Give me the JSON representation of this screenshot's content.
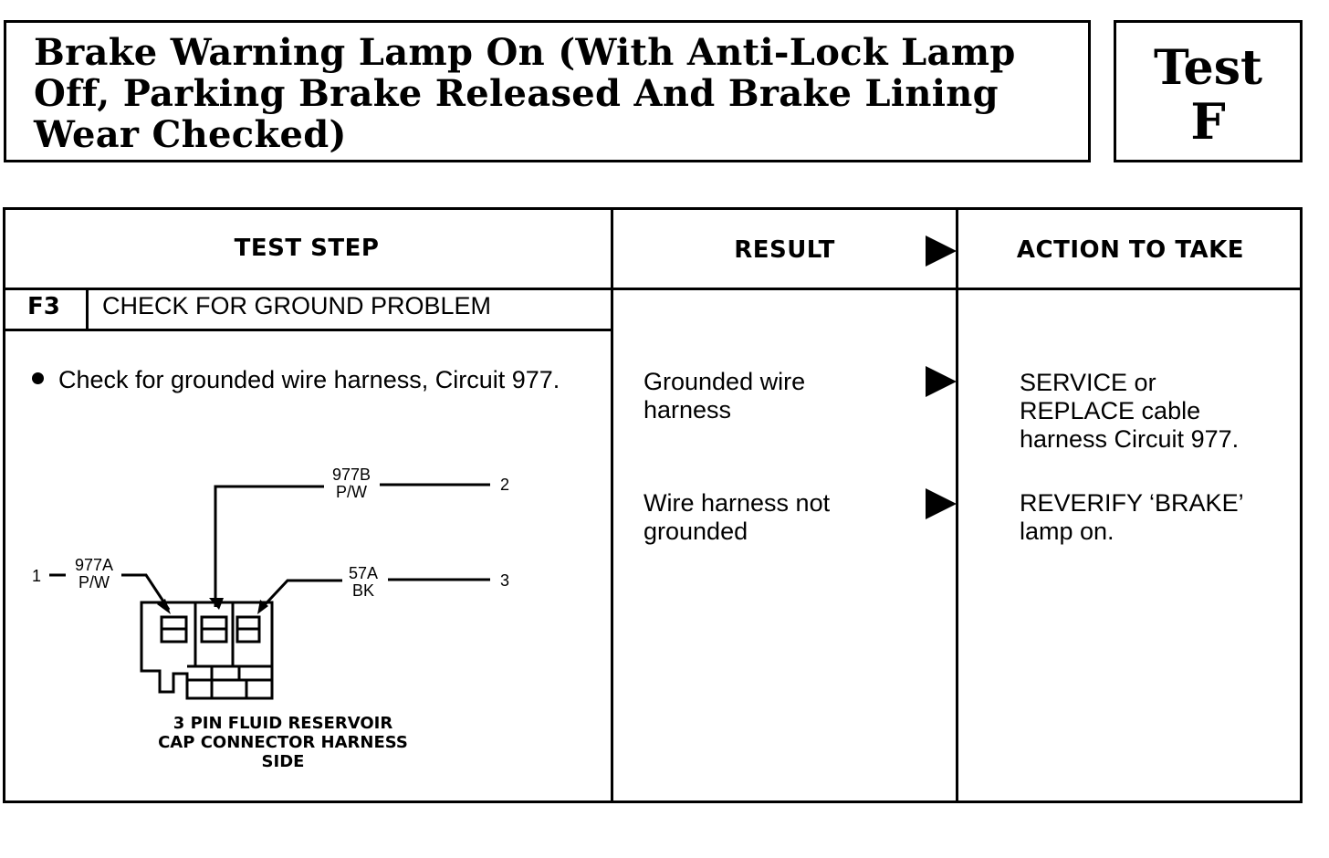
{
  "title": "Brake Warning Lamp On (With Anti-Lock Lamp Off, Parking Brake Released And Brake Lining Wear Checked)",
  "test": {
    "label": "Test",
    "id": "F"
  },
  "columns": {
    "test_step": "TEST STEP",
    "result": "RESULT",
    "action": "ACTION TO TAKE"
  },
  "step": {
    "id": "F3",
    "title": "CHECK FOR GROUND PROBLEM",
    "instruction": "Check for grounded wire harness, Circuit 977."
  },
  "diagram": {
    "wires": [
      {
        "pin": "1",
        "circuit": "977A",
        "color": "P/W"
      },
      {
        "pin": "2",
        "circuit": "977B",
        "color": "P/W"
      },
      {
        "pin": "3",
        "circuit": "57A",
        "color": "BK"
      }
    ],
    "caption": [
      "3 PIN FLUID RESERVOIR",
      "CAP CONNECTOR HARNESS",
      "SIDE"
    ]
  },
  "results": [
    {
      "result": "Grounded wire harness",
      "action": "SERVICE or REPLACE cable harness Circuit 977."
    },
    {
      "result": "Wire harness not grounded",
      "action": "REVERIFY ‘BRAKE’ lamp on."
    }
  ]
}
